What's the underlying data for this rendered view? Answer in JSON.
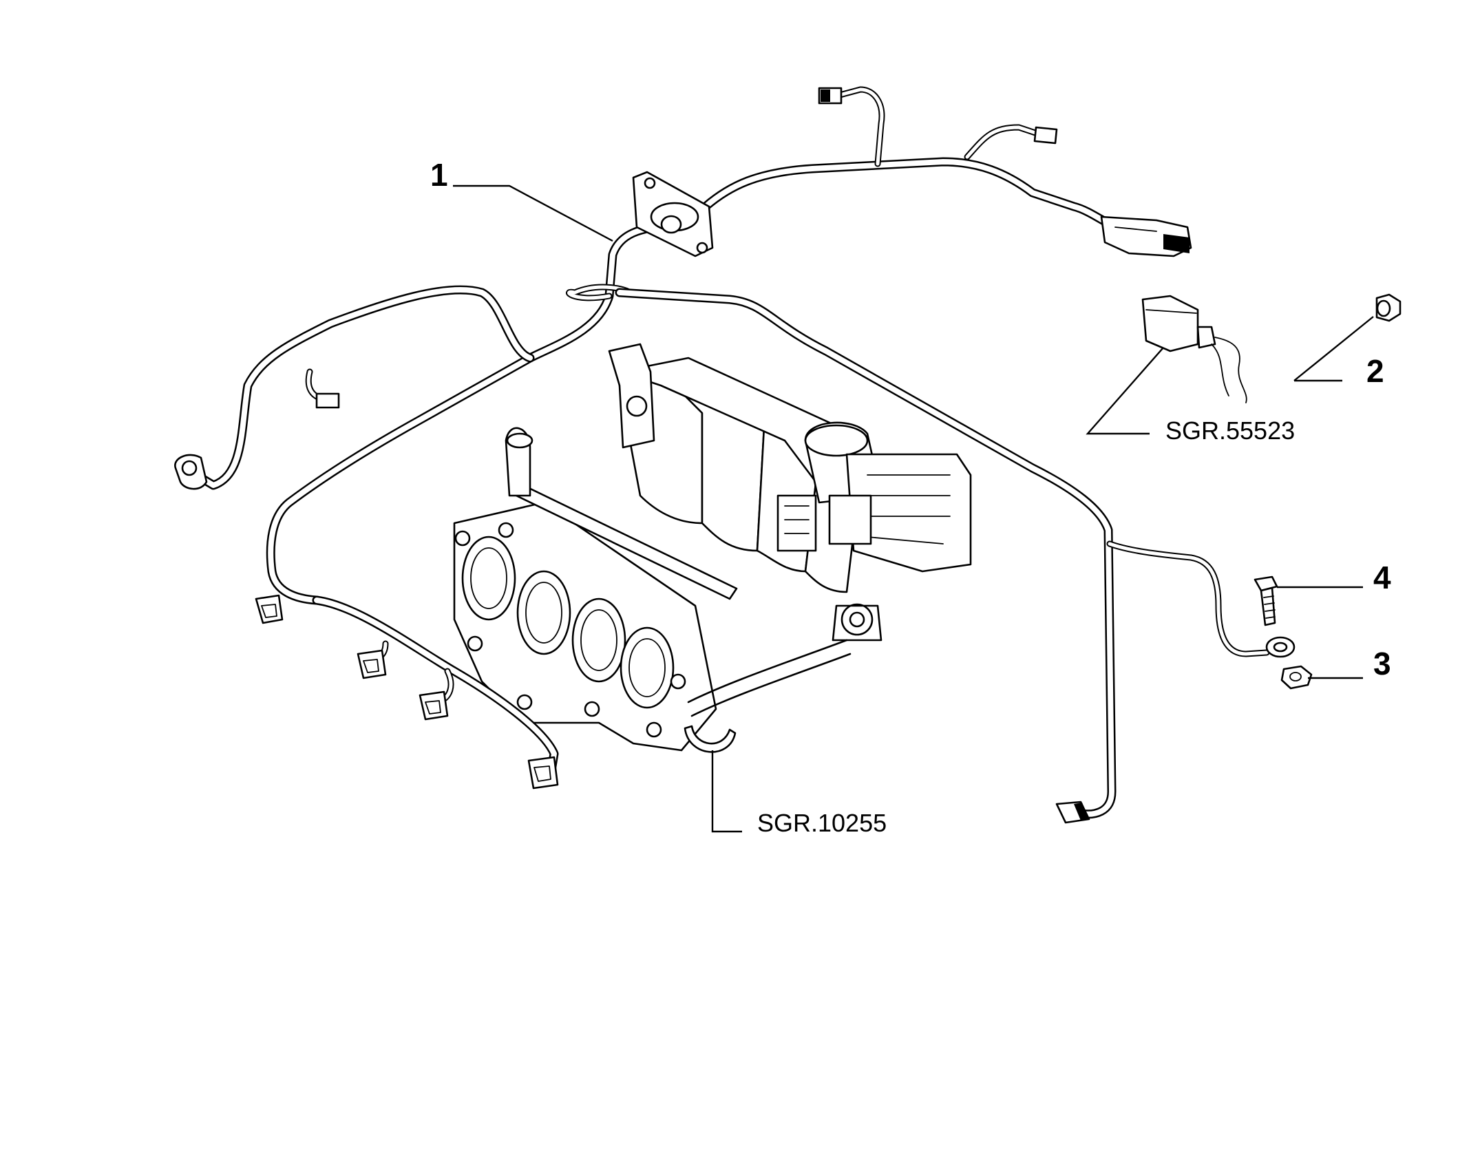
{
  "callouts": {
    "c1": "1",
    "c2": "2",
    "c3": "3",
    "c4": "4"
  },
  "references": {
    "r1": "SGR.55523",
    "r2": "SGR.10255"
  }
}
